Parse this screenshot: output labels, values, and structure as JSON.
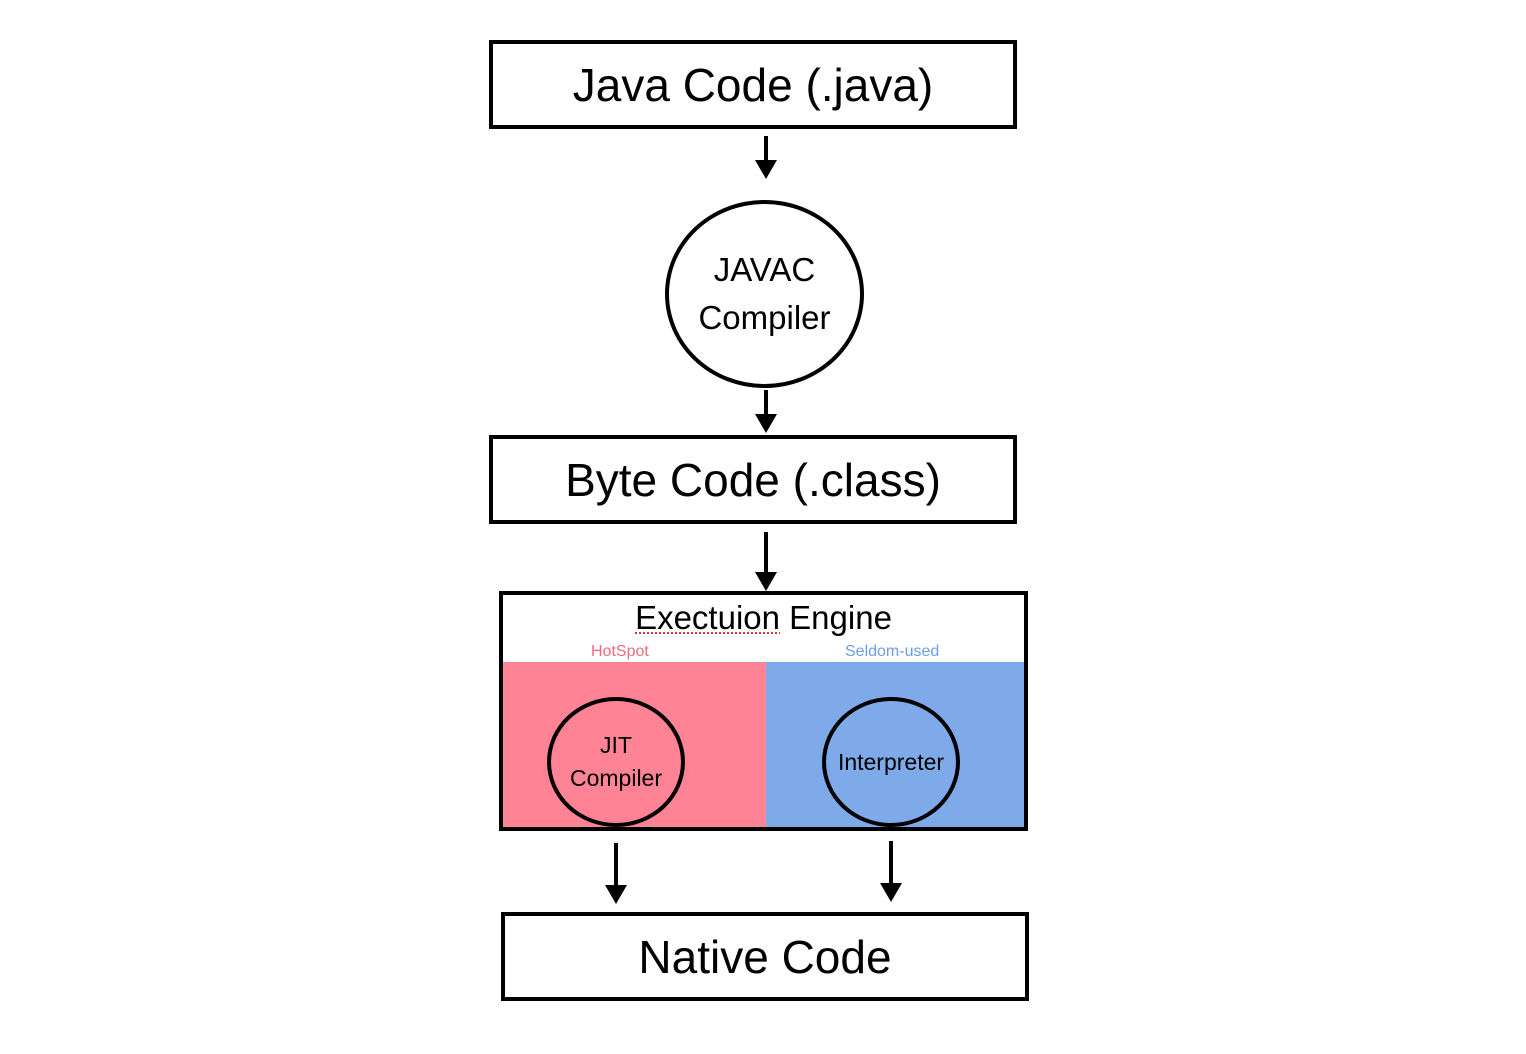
{
  "nodes": {
    "java_code": "Java Code (.java)",
    "javac_line1": "JAVAC",
    "javac_line2": "Compiler",
    "byte_code": "Byte Code (.class)",
    "native_code": "Native Code"
  },
  "engine": {
    "title_part1": "Exectuion",
    "title_part2": " Engine",
    "hotspot_label": "HotSpot",
    "seldom_label": "Seldom-used",
    "jit_line1": "JIT",
    "jit_line2": "Compiler",
    "interpreter": "Interpreter"
  },
  "colors": {
    "hotspot_panel": "#fe8395",
    "seldom_panel": "#7eaaea",
    "hotspot_text": "#f36a7e",
    "seldom_text": "#6c9ee6"
  }
}
